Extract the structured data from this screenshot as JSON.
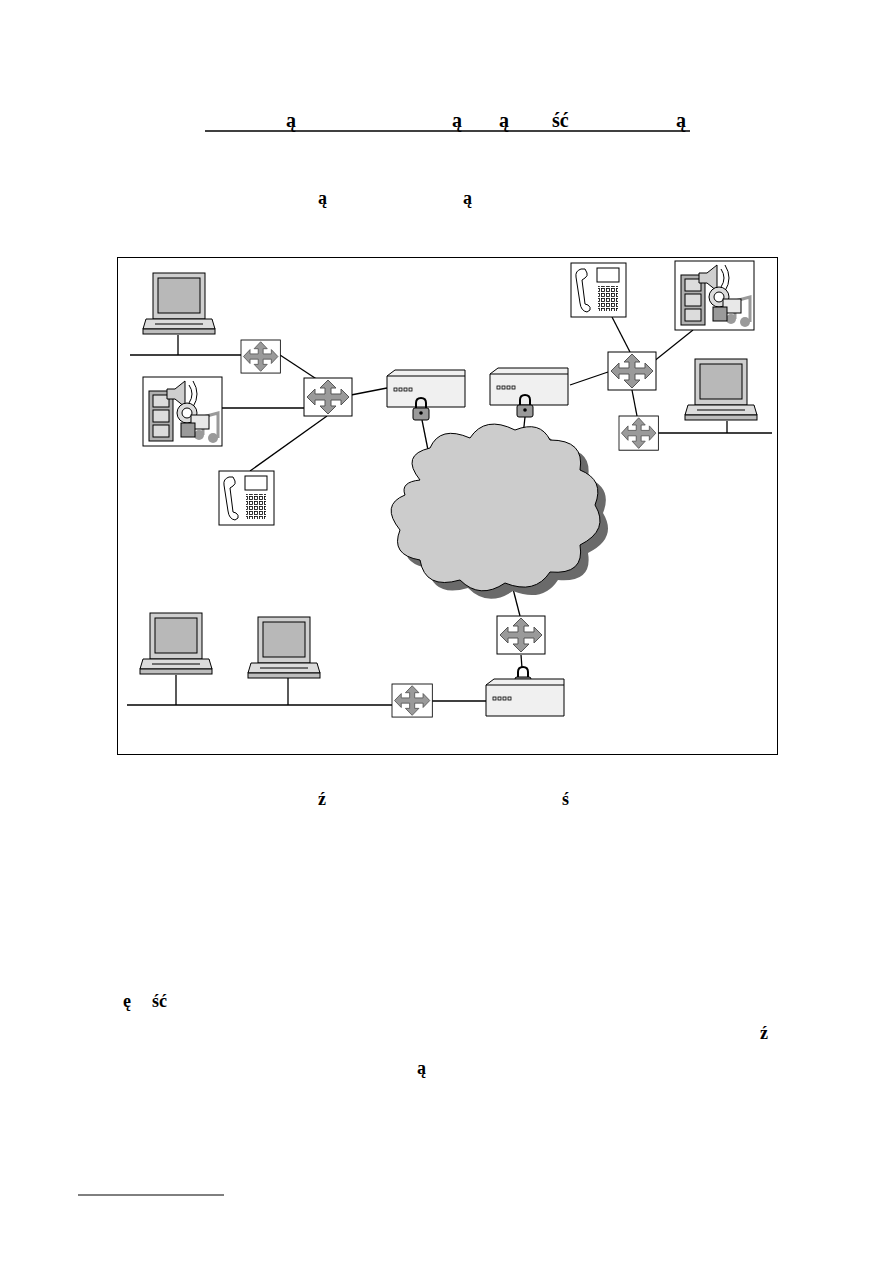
{
  "diagram": {
    "labels": [
      "ą",
      "ą",
      "ą",
      "ść",
      "ą",
      "ą",
      "ą",
      "ź",
      "ś",
      "ę",
      "ść",
      "ź",
      "ą"
    ]
  }
}
